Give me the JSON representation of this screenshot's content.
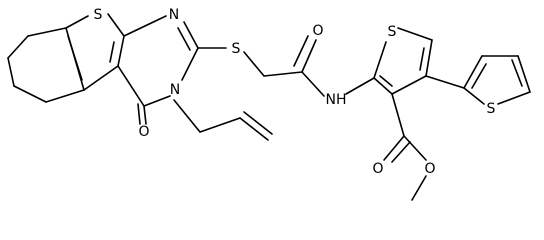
{
  "structure": {
    "atoms": {
      "s_thieno": "S",
      "n_ring_top": "N",
      "s_thioether": "S",
      "o_amide": "O",
      "s_thiophene_main": "S",
      "o_pyrimidinone": "O",
      "n_ring_bottom": "N",
      "nh_amide": "NH",
      "s_thiophene_sub": "S",
      "o_ester_carbonyl": "O",
      "o_ester_ether": "O"
    }
  }
}
